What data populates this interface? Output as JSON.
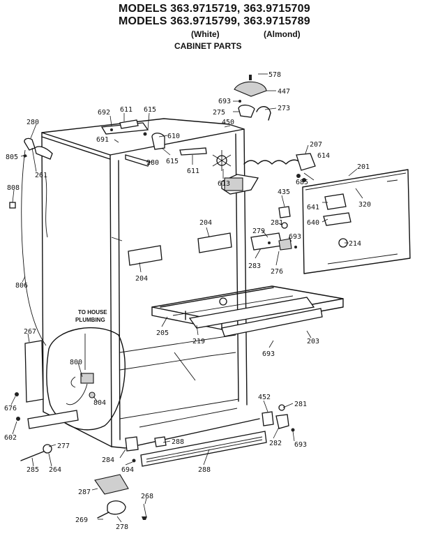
{
  "header": {
    "models_line1": "MODELS 363.9715719, 363.9715709",
    "models_line2": "MODELS 363.9715799, 363.9715789",
    "color_white": "(White)",
    "color_almond": "(Almond)",
    "section_title": "CABINET PARTS"
  },
  "plumbing_note": [
    "TO HOUSE",
    "PLUMBING"
  ],
  "parts": [
    "578",
    "447",
    "693",
    "275",
    "273",
    "692",
    "611",
    "615",
    "450",
    "610",
    "691",
    "280",
    "615",
    "611",
    "613",
    "207",
    "614",
    "685",
    "201",
    "280",
    "805",
    "261",
    "808",
    "435",
    "641",
    "320",
    "281",
    "640",
    "204",
    "279",
    "693",
    "214",
    "283",
    "276",
    "204",
    "806",
    "205",
    "219",
    "203",
    "267",
    "693",
    "800",
    "804",
    "452",
    "281",
    "676",
    "602",
    "288",
    "277",
    "284",
    "694",
    "288",
    "282",
    "693",
    "285",
    "264",
    "287",
    "268",
    "269",
    "278"
  ]
}
